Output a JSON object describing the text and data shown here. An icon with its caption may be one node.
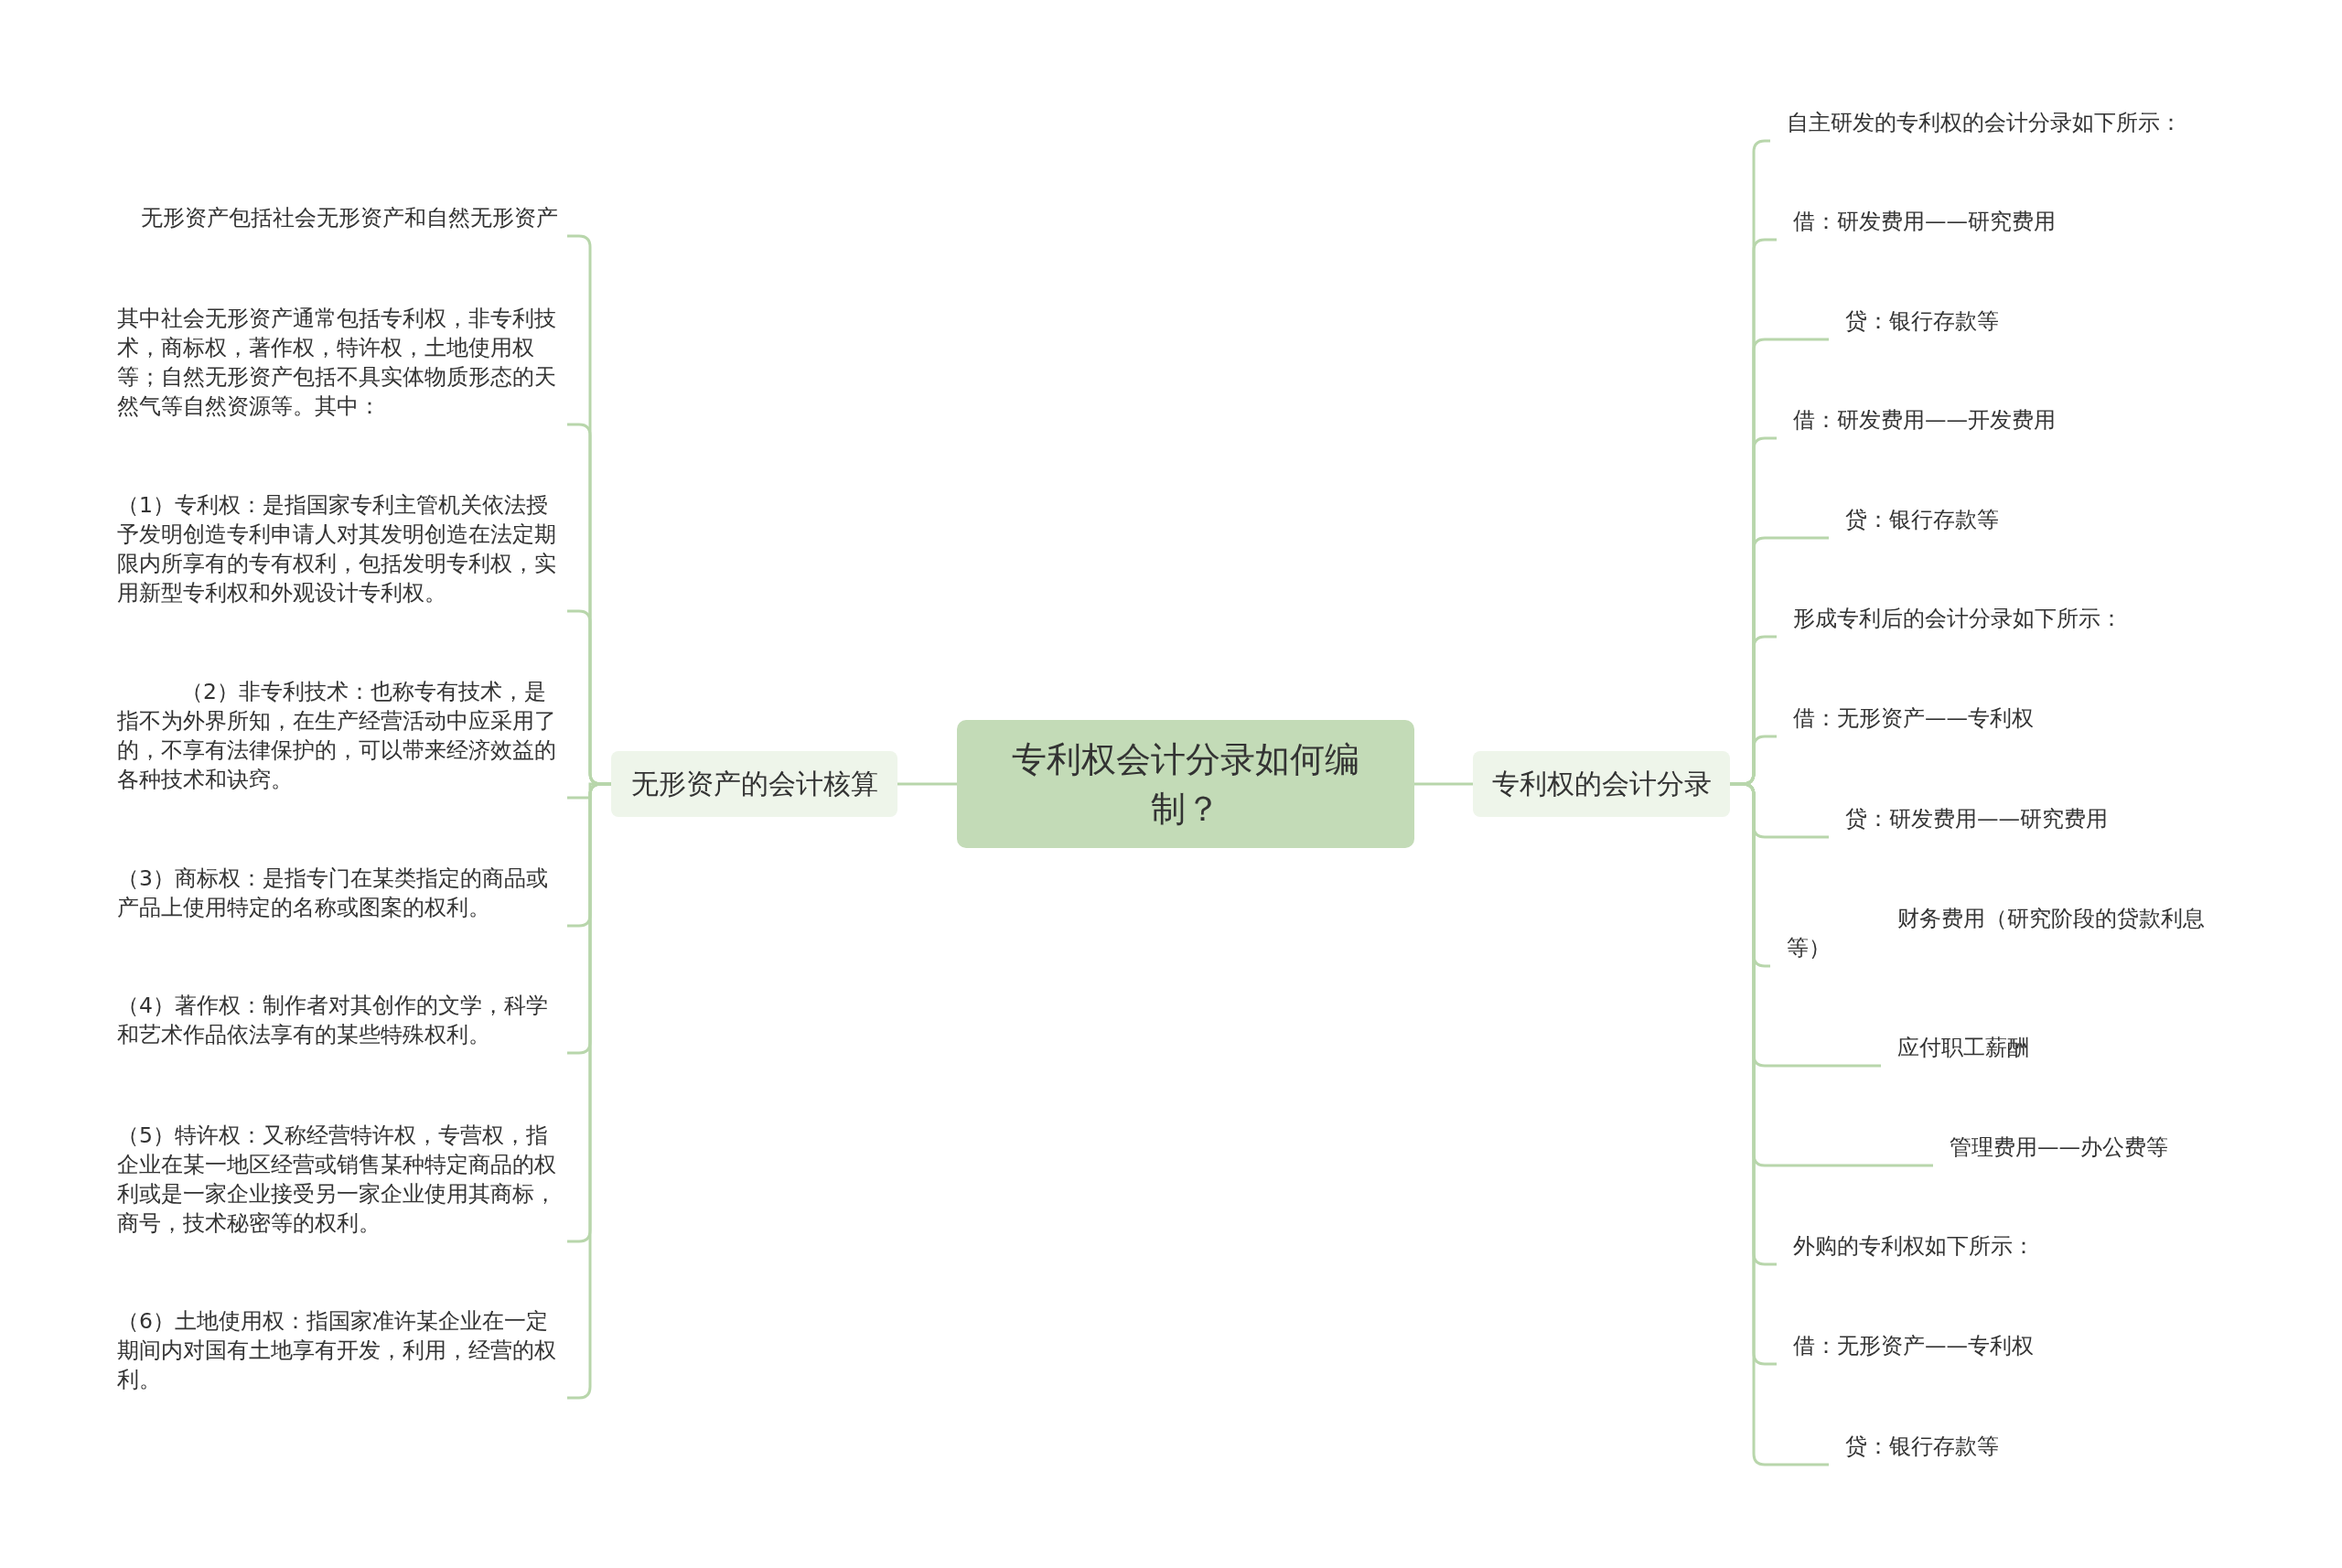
{
  "diagram": {
    "nodes": [
      {
        "text": [
          "专利权会计分录如何编制？"
        ]
      },
      {
        "text": [
          "无形资产的会计核算"
        ]
      },
      {
        "text": [
          "专利权的会计分录"
        ]
      },
      {
        "text": [
          "无形资产包括社会无形资产和自然无形资产"
        ]
      },
      {
        "text": [
          "其中社会无形资产通常包括专利权，非专利技术，商标权，著作权，特许权，土地使用权等；自然无形资产包括不具实体物质形态的天然气等自然资源等。其中："
        ]
      },
      {
        "text": [
          "（1）专利权：是指国家专利主管机关依法授予发明创造专利申请人对其发明创造在法定期限内所享有的专有权利，包括发明专利权，实用新型专利权和外观设计专利权。"
        ]
      },
      {
        "text": [
          "（2）非专利技术：也称专有技术，是指不为外界所知，在生产经营活动中应采用了的，不享有法律保护的，可以带来经济效益的各种技术和诀窍。"
        ]
      },
      {
        "text": [
          "（3）商标权：是指专门在某类指定的商品或产品上使用特定的名称或图案的权利。"
        ]
      },
      {
        "text": [
          "（4）著作权：制作者对其创作的文学，科学和艺术作品依法享有的某些特殊权利。"
        ]
      },
      {
        "text": [
          "（5）特许权：又称经营特许权，专营权，指企业在某一地区经营或销售某种特定商品的权利或是一家企业接受另一家企业使用其商标，商号，技术秘密等的权利。"
        ]
      },
      {
        "text": [
          "（6）土地使用权：指国家准许某企业在一定期间内对国有土地享有开发，利用，经营的权利。"
        ]
      },
      {
        "text": [
          "自主研发的专利权的会计分录如下所示："
        ]
      },
      {
        "text": [
          "借：研发费用——研究费用"
        ]
      },
      {
        "text": [
          "贷：银行存款等"
        ]
      },
      {
        "text": [
          "借：研发费用——开发费用"
        ]
      },
      {
        "text": [
          "贷：银行存款等"
        ]
      },
      {
        "text": [
          "形成专利后的会计分录如下所示："
        ]
      },
      {
        "text": [
          "借：无形资产——专利权"
        ]
      },
      {
        "text": [
          "贷：研发费用——研究费用"
        ]
      },
      {
        "text": [
          "财务费用（研究阶段的贷款利息等）"
        ]
      },
      {
        "text": [
          "应付职工薪酬"
        ]
      },
      {
        "text": [
          "管理费用——办公费等"
        ]
      },
      {
        "text": [
          "外购的专利权如下所示："
        ]
      },
      {
        "text": [
          "借：无形资产——专利权"
        ]
      },
      {
        "text": [
          "贷：银行存款等"
        ]
      }
    ],
    "edges": [
      {
        "from": 0,
        "to": 1,
        "arrow": "none"
      },
      {
        "from": 0,
        "to": 2,
        "arrow": "none"
      },
      {
        "from": 1,
        "to": 3,
        "arrow": "none"
      },
      {
        "from": 1,
        "to": 4,
        "arrow": "none"
      },
      {
        "from": 1,
        "to": 5,
        "arrow": "none"
      },
      {
        "from": 1,
        "to": 6,
        "arrow": "none"
      },
      {
        "from": 1,
        "to": 7,
        "arrow": "none"
      },
      {
        "from": 1,
        "to": 8,
        "arrow": "none"
      },
      {
        "from": 1,
        "to": 9,
        "arrow": "none"
      },
      {
        "from": 1,
        "to": 10,
        "arrow": "none"
      },
      {
        "from": 2,
        "to": 11,
        "arrow": "none"
      },
      {
        "from": 2,
        "to": 12,
        "arrow": "none"
      },
      {
        "from": 2,
        "to": 13,
        "arrow": "none"
      },
      {
        "from": 2,
        "to": 14,
        "arrow": "none"
      },
      {
        "from": 2,
        "to": 15,
        "arrow": "none"
      },
      {
        "from": 2,
        "to": 16,
        "arrow": "none"
      },
      {
        "from": 2,
        "to": 17,
        "arrow": "none"
      },
      {
        "from": 2,
        "to": 18,
        "arrow": "none"
      },
      {
        "from": 2,
        "to": 19,
        "arrow": "none"
      },
      {
        "from": 2,
        "to": 20,
        "arrow": "none"
      },
      {
        "from": 2,
        "to": 21,
        "arrow": "none"
      },
      {
        "from": 2,
        "to": 22,
        "arrow": "none"
      },
      {
        "from": 2,
        "to": 23,
        "arrow": "none"
      },
      {
        "from": 2,
        "to": 24,
        "arrow": "none"
      }
    ]
  }
}
